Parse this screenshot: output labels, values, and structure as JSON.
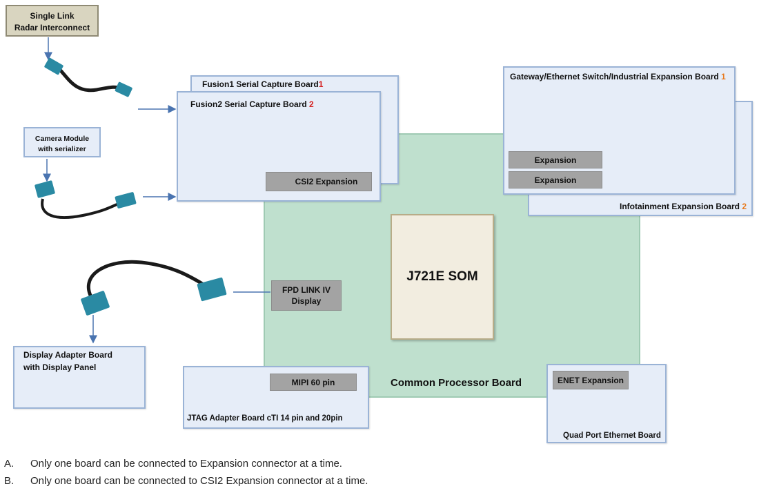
{
  "radar_box": {
    "line1": "Single Link",
    "line2": "Radar Interconnect"
  },
  "camera_box": {
    "line1": "Camera Module",
    "line2": "with serializer"
  },
  "fusion1": {
    "label": "Fusion1 Serial Capture Board",
    "num": "1"
  },
  "fusion2": {
    "label": "Fusion2 Serial Capture Board",
    "num": "2",
    "csi2": "CSI2 Expansion"
  },
  "gateway": {
    "label": "Gateway/Ethernet Switch/Industrial Expansion Board",
    "num": "1",
    "expansion1": "Expansion",
    "expansion2": "Expansion"
  },
  "infotainment": {
    "label": "Infotainment Expansion Board",
    "num": "2"
  },
  "common": {
    "label": "Common Processor Board",
    "som": "J721E SOM",
    "fpd_line1": "FPD LINK IV",
    "fpd_line2": "Display"
  },
  "display_adapter": {
    "line1": "Display Adapter Board",
    "line2": "with Display Panel"
  },
  "jtag": {
    "mipi": "MIPI 60 pin",
    "label": "JTAG Adapter Board  cTI 14 pin and 20pin"
  },
  "enet": {
    "expansion": "ENET Expansion",
    "label": "Quad Port Ethernet Board"
  },
  "notes": [
    {
      "letter": "A.",
      "text": "Only one board can be connected to Expansion connector at a time."
    },
    {
      "letter": "B.",
      "text": "Only one board can be connected to CSI2 Expansion connector at a time."
    }
  ],
  "colors": {
    "board_fill": "#e6edf8",
    "board_border": "#9ab3d6",
    "cpb_fill": "#bfe0ce",
    "grey_box": "#a3a3a3",
    "arrow": "#4a74b0",
    "connector": "#2a8aa3",
    "num_red": "#d42020",
    "num_orange": "#e87a1e"
  }
}
